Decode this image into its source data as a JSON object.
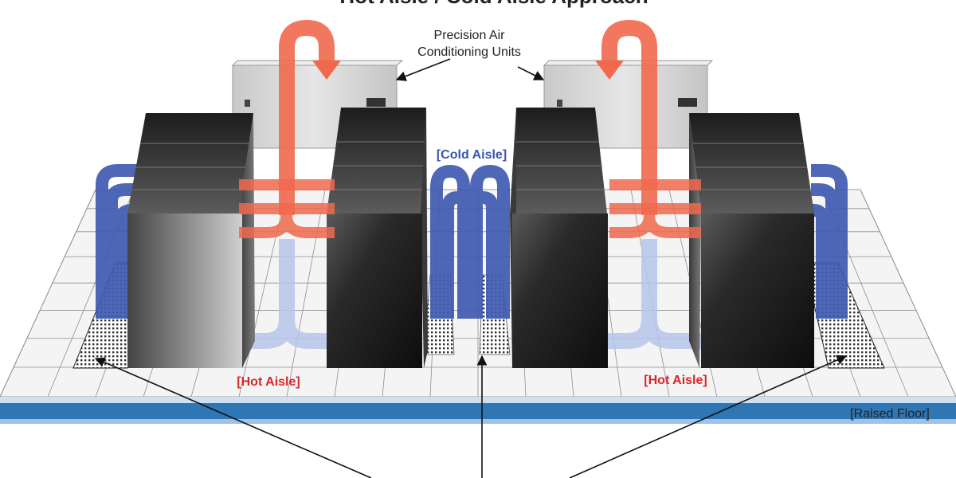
{
  "labels": {
    "title_cropped": "Hot Aisle / Cold Aisle Approach",
    "crac_line1": "Precision Air",
    "crac_line2": "Conditioning Units",
    "cold_aisle": "[Cold Aisle]",
    "hot_aisle_left": "[Hot Aisle]",
    "hot_aisle_right": "[Hot Aisle]",
    "raised_floor": "[Raised Floor]"
  },
  "colors": {
    "hot_air": "#f0694d",
    "cold_air": "#3f5bb0",
    "cold_air_light": "#b7c6ea",
    "hot_label": "#d9262b",
    "cold_label": "#3a56ad",
    "floor_band": "#2f76b5",
    "rack_dark": "#161616",
    "crac_gray": "#dcdcdc"
  },
  "icons": [
    "hot-air-arrow-icon",
    "cold-air-arrow-icon",
    "perforated-tile-icon",
    "pointer-arrow-icon"
  ]
}
